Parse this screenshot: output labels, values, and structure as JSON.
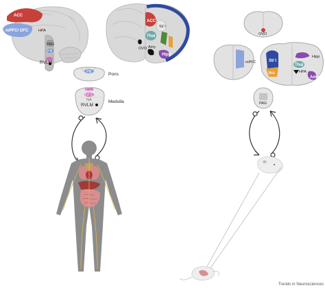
{
  "labels": {
    "human_brain": {
      "acc": "ACC",
      "mpfc_ofc": "mPFC/ OFC",
      "hpa": "HPA",
      "pag": "PAG",
      "pb": "PB",
      "rvlm": "RVLM"
    },
    "human_coronal": {
      "acc": "ACC",
      "st_is": "St/ I",
      "thal": "Thal",
      "amy": "Amy",
      "hipp": "Hipp",
      "ovo": "OVO"
    },
    "brainstem": {
      "pb": "PB",
      "pons": "Pons",
      "dmn": "DMN",
      "nts": "NTS",
      "na": "NA",
      "rvlm": "RVLM",
      "medulla": "Medulla"
    },
    "rodent": {
      "ovo": "OVO",
      "mpfc": "mPFC",
      "st_is": "St/ I",
      "ins": "Ins",
      "hipp": "Hipp",
      "thal": "Thal",
      "hpa": "HPA",
      "amy": "Amy",
      "pag": "PAG"
    }
  },
  "footer": {
    "credit": "Trends in Neurosciences"
  },
  "colors": {
    "red": "#c8403a",
    "blue": "#2e4aa0",
    "light_blue": "#7d9ad6",
    "purple": "#8a4bb0",
    "green": "#4f8a3a",
    "orange": "#e8a03a",
    "teal": "#4a9aa0",
    "gray_brain": "#d8d8d8",
    "body_gray": "#8c8c8c"
  }
}
